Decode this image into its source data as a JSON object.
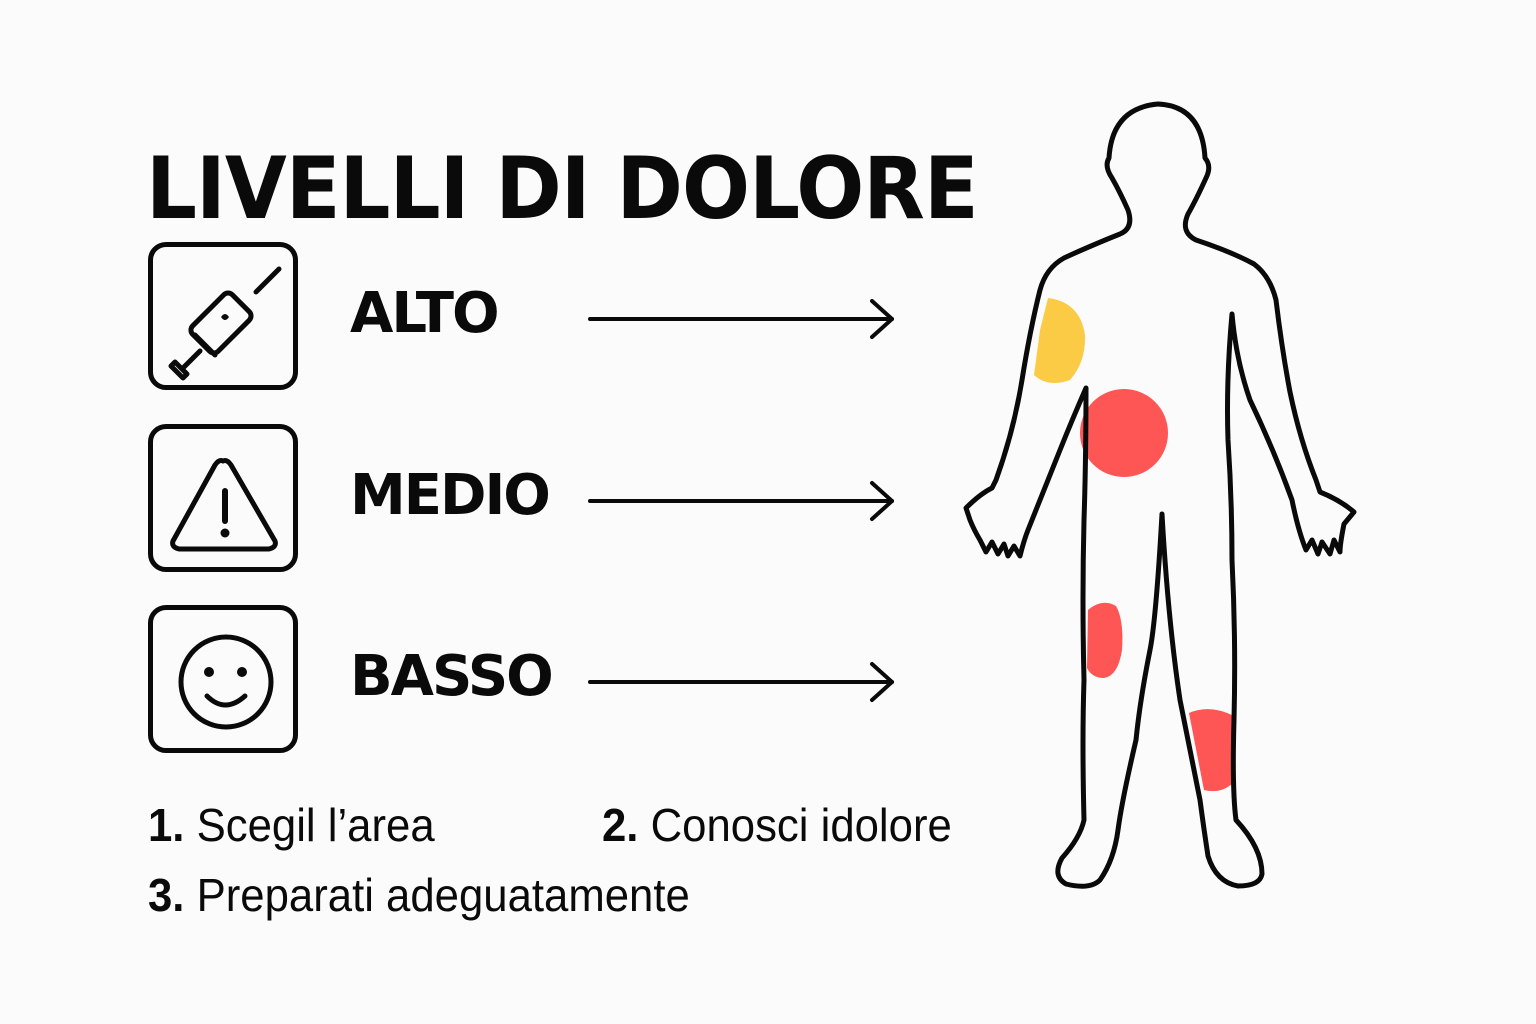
{
  "title": "LIVELLI DI DOLORE",
  "levels": [
    {
      "label": "ALTO",
      "icon": "syringe-icon"
    },
    {
      "label": "MEDIO",
      "icon": "warning-triangle-icon"
    },
    {
      "label": "BASSO",
      "icon": "smiley-face-icon"
    }
  ],
  "steps": [
    {
      "number": "1.",
      "text": "Scegil l’area"
    },
    {
      "number": "2.",
      "text": "Conosci idolore"
    },
    {
      "number": "3.",
      "text": "Preparati adeguatamente"
    }
  ],
  "body_map": {
    "figure": "human-body-outline",
    "pain_spots": [
      {
        "location": "right-shoulder-upper-arm",
        "color": "#fccb45"
      },
      {
        "location": "abdomen",
        "color": "#fe5555"
      },
      {
        "location": "right-thigh",
        "color": "#fe5555"
      },
      {
        "location": "left-lower-leg",
        "color": "#fe5555"
      }
    ]
  },
  "colors": {
    "high": "#fe5555",
    "medium": "#fccb45",
    "outline": "#0a0a0a",
    "background": "#fbfbfb"
  }
}
